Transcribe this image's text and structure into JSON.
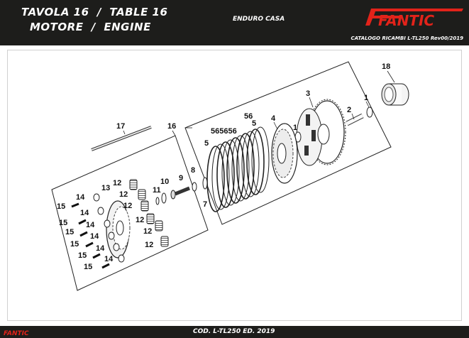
{
  "header": {
    "title_it": "TAVOLA 16",
    "title_en": "TABLE 16",
    "subtitle_it": "MOTORE",
    "subtitle_en": "ENGINE",
    "separator": "/",
    "model": "ENDURO CASA",
    "catalog": "CATALOGO RICAMBI L-TL250 Rev00/2019",
    "brand": "FANTIC"
  },
  "diagram": {
    "labels": {
      "l1a": "1",
      "l1b": "1",
      "l2": "2",
      "l3": "3",
      "l4": "4",
      "l5a": "5",
      "l5b": "5",
      "l56": "565656",
      "l56b": "56",
      "l7": "7",
      "l8": "8",
      "l9": "9",
      "l10": "10",
      "l11": "11",
      "l12a": "12",
      "l12b": "12",
      "l12c": "12",
      "l12d": "12",
      "l12e": "12",
      "l12f": "12",
      "l13": "13",
      "l14a": "14",
      "l14b": "14",
      "l14c": "14",
      "l14d": "14",
      "l14e": "14",
      "l14f": "14",
      "l15a": "15",
      "l15b": "15",
      "l15c": "15",
      "l15d": "15",
      "l15e": "15",
      "l15f": "15",
      "l16": "16",
      "l17": "17",
      "l18": "18"
    }
  },
  "footer": {
    "brand": "FANTIC",
    "code": "COD. L-TL250  ED. 2019"
  },
  "colors": {
    "brand_red": "#e2231a",
    "bar": "#1d1d1b"
  }
}
